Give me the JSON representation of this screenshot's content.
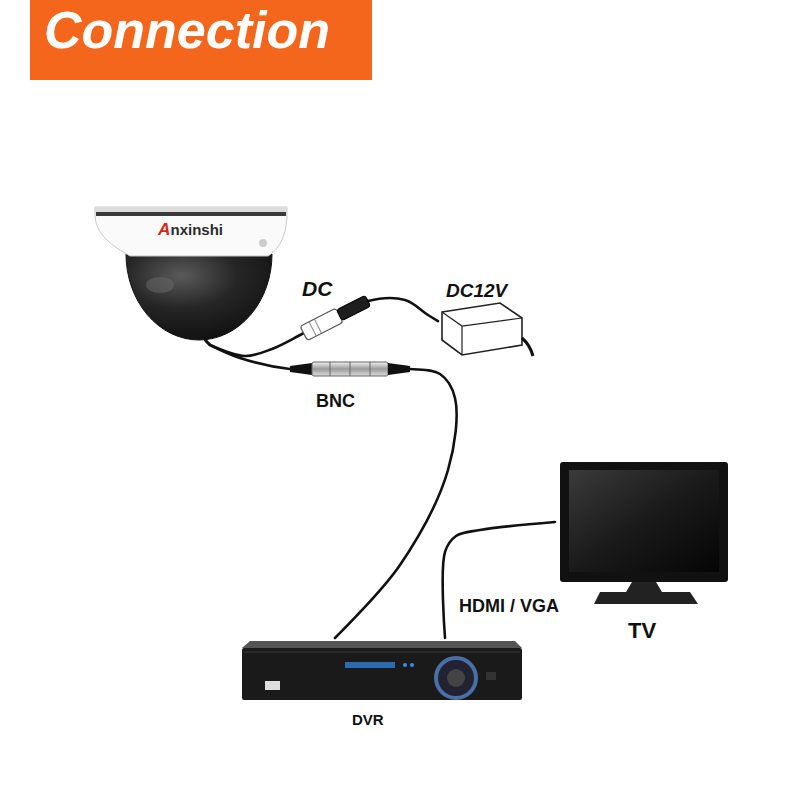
{
  "diagram": {
    "title": "Connection",
    "nodes": [
      {
        "text": [
          "Anxinshi"
        ]
      },
      {
        "text": [
          "DC12V"
        ]
      },
      {
        "text": [
          "TV"
        ]
      },
      {
        "text": [
          "DVR"
        ]
      }
    ],
    "edges": [
      {
        "from": 0,
        "to": 1,
        "arrow": "none",
        "label": "DC"
      },
      {
        "from": 0,
        "to": 3,
        "arrow": "none",
        "label": "BNC"
      },
      {
        "from": 3,
        "to": 2,
        "arrow": "none",
        "label": "HDMI / VGA"
      }
    ]
  }
}
